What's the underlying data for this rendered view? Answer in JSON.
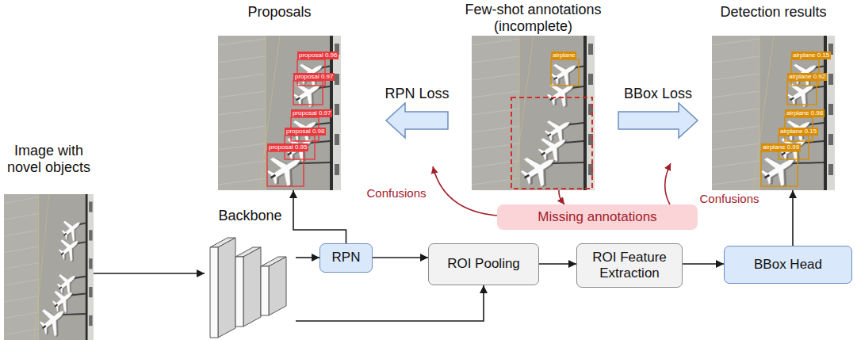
{
  "diagram": {
    "nodes": [
      {
        "text": [
          "Proposals"
        ]
      },
      {
        "text": [
          "Few-shot annotations (incomplete)"
        ]
      },
      {
        "text": [
          "Detection results"
        ]
      },
      {
        "text": [
          "Image with novel objects"
        ]
      },
      {
        "text": [
          "Backbone"
        ]
      },
      {
        "text": [
          "RPN"
        ]
      },
      {
        "text": [
          "ROI Pooling"
        ]
      },
      {
        "text": [
          "ROI Feature Extraction"
        ]
      },
      {
        "text": [
          "BBox Head"
        ]
      },
      {
        "text": [
          "Missing annotations"
        ]
      }
    ],
    "edges": [
      {
        "from": 3,
        "to": 4,
        "arrow": "to"
      },
      {
        "from": 4,
        "to": 5,
        "arrow": "to"
      },
      {
        "from": 4,
        "to": 6,
        "arrow": "to"
      },
      {
        "from": 5,
        "to": 6,
        "arrow": "to"
      },
      {
        "from": 6,
        "to": 7,
        "arrow": "to"
      },
      {
        "from": 7,
        "to": 8,
        "arrow": "to"
      },
      {
        "from": 5,
        "to": 0,
        "arrow": "to"
      },
      {
        "from": 8,
        "to": 2,
        "arrow": "to"
      },
      {
        "from": 1,
        "to": 0,
        "label": "RPN Loss",
        "arrow": "to"
      },
      {
        "from": 1,
        "to": 2,
        "label": "BBox Loss",
        "arrow": "to"
      },
      {
        "from": 1,
        "to": 9,
        "arrow": "to"
      }
    ],
    "labels": [
      "Confusions",
      "Confusions",
      "proposal 0.96",
      "proposal 0.97",
      "proposal 0.97",
      "proposal 0.98",
      "proposal 0.95",
      "airplane",
      "airplane 0.15",
      "airplane 0.92",
      "airplane 0.98",
      "airplane 0.15",
      "airplane 0.99"
    ]
  }
}
